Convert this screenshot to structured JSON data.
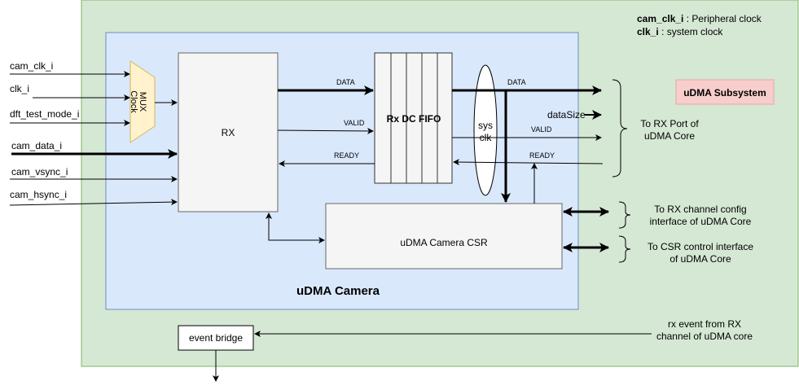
{
  "diagram": {
    "subsystem": {
      "label": "uDMA Subsystem",
      "bg_color": "#d5e8d4",
      "border_color": "#82b366",
      "badge_color": "#f8cecc",
      "badge_border": "#e6a6a6"
    },
    "legend": [
      {
        "term": "cam_clk_i",
        "desc": " : Peripheral clock"
      },
      {
        "term": "clk_i",
        "desc": " : system clock"
      }
    ],
    "camera": {
      "label": "uDMA Camera",
      "bg_color": "#dae8fc",
      "border_color": "#6c8ebf"
    },
    "blocks": {
      "rx": "RX",
      "mux": "MUX\nClock",
      "mux_color": "#fff2cc",
      "mux_border": "#d6b656",
      "fifo": "Rx DC FIFO",
      "fifo_color": "#f5f5f5",
      "sysclk": "sys\nclk",
      "csr": "uDMA Camera CSR",
      "event_bridge": "event bridge"
    },
    "inputs": [
      "cam_clk_i",
      "clk_i",
      "dft_test_mode_i",
      "cam_data_i",
      "cam_vsync_i",
      "cam_hsync_i"
    ],
    "signals": {
      "data1": "DATA",
      "valid1": "VALID",
      "ready1": "READY",
      "data2": "DATA",
      "datasize": "dataSize",
      "valid2": "VALID",
      "ready2": "READY"
    },
    "annotations": {
      "rx_port": "To RX Port of\nuDMA Core",
      "rx_channel": "To RX channel config\ninterface of uDMA Core",
      "csr_ctrl": "To CSR control interface\nof uDMA Core",
      "rx_event": "rx event from RX\nchannel of uDMA core"
    }
  }
}
